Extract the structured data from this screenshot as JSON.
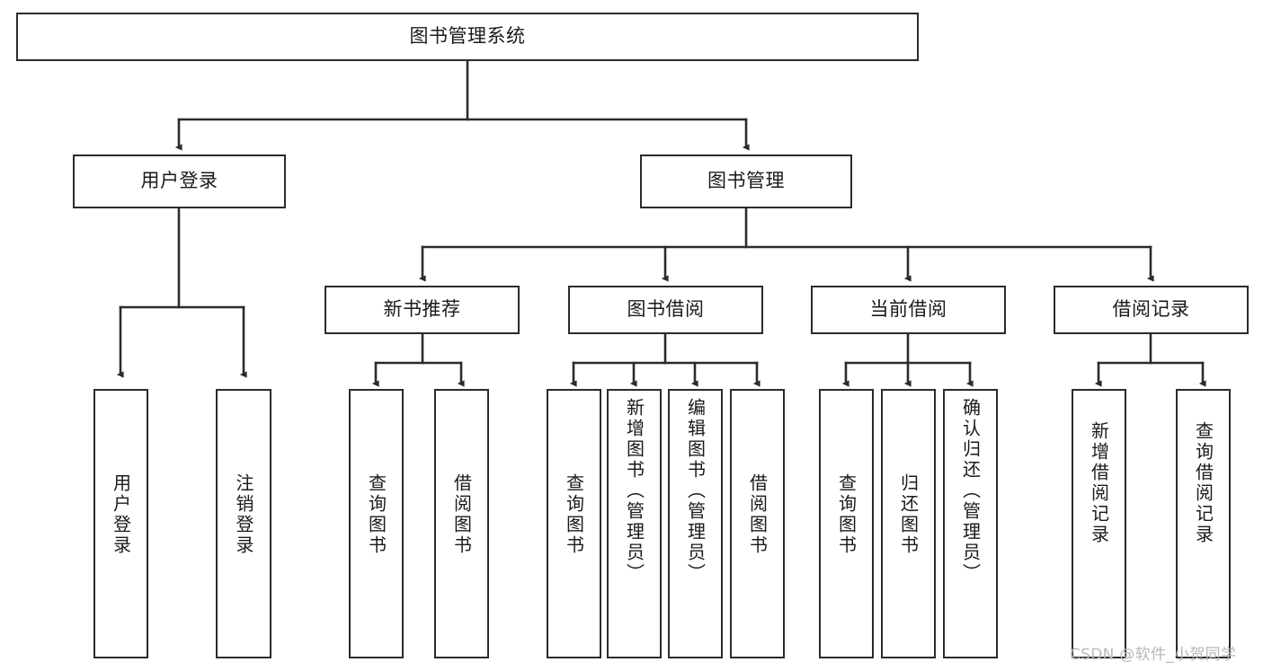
{
  "diagram": {
    "title": "图书管理系统",
    "type": "tree-functional-structure",
    "watermark": "CSDN @软件_小贺同学",
    "colors": {
      "box_border": "#2b2b2b",
      "box_fill": "#ffffff",
      "connector": "#2b2b2b",
      "text": "#1a1a1a",
      "watermark": "#b9b9b9",
      "background": "#ffffff"
    },
    "root": {
      "label": "图书管理系统"
    },
    "level2": [
      {
        "label": "用户登录"
      },
      {
        "label": "图书管理"
      }
    ],
    "level3": [
      {
        "label": "新书推荐"
      },
      {
        "label": "图书借阅"
      },
      {
        "label": "当前借阅"
      },
      {
        "label": "借阅记录"
      }
    ],
    "leaves": {
      "user_login": [
        {
          "label": "用户登录"
        },
        {
          "label": "注销登录"
        }
      ],
      "new_book_recommend": [
        {
          "label": "查询图书"
        },
        {
          "label": "借阅图书"
        }
      ],
      "book_borrow": [
        {
          "label": "查询图书"
        },
        {
          "label": "新增图书（管理员）"
        },
        {
          "label": "编辑图书（管理员）"
        },
        {
          "label": "借阅图书"
        }
      ],
      "current_borrow": [
        {
          "label": "查询图书"
        },
        {
          "label": "归还图书"
        },
        {
          "label": "确认归还（管理员）"
        }
      ],
      "borrow_record": [
        {
          "label": "新增借阅记录"
        },
        {
          "label": "查询借阅记录"
        }
      ]
    }
  }
}
